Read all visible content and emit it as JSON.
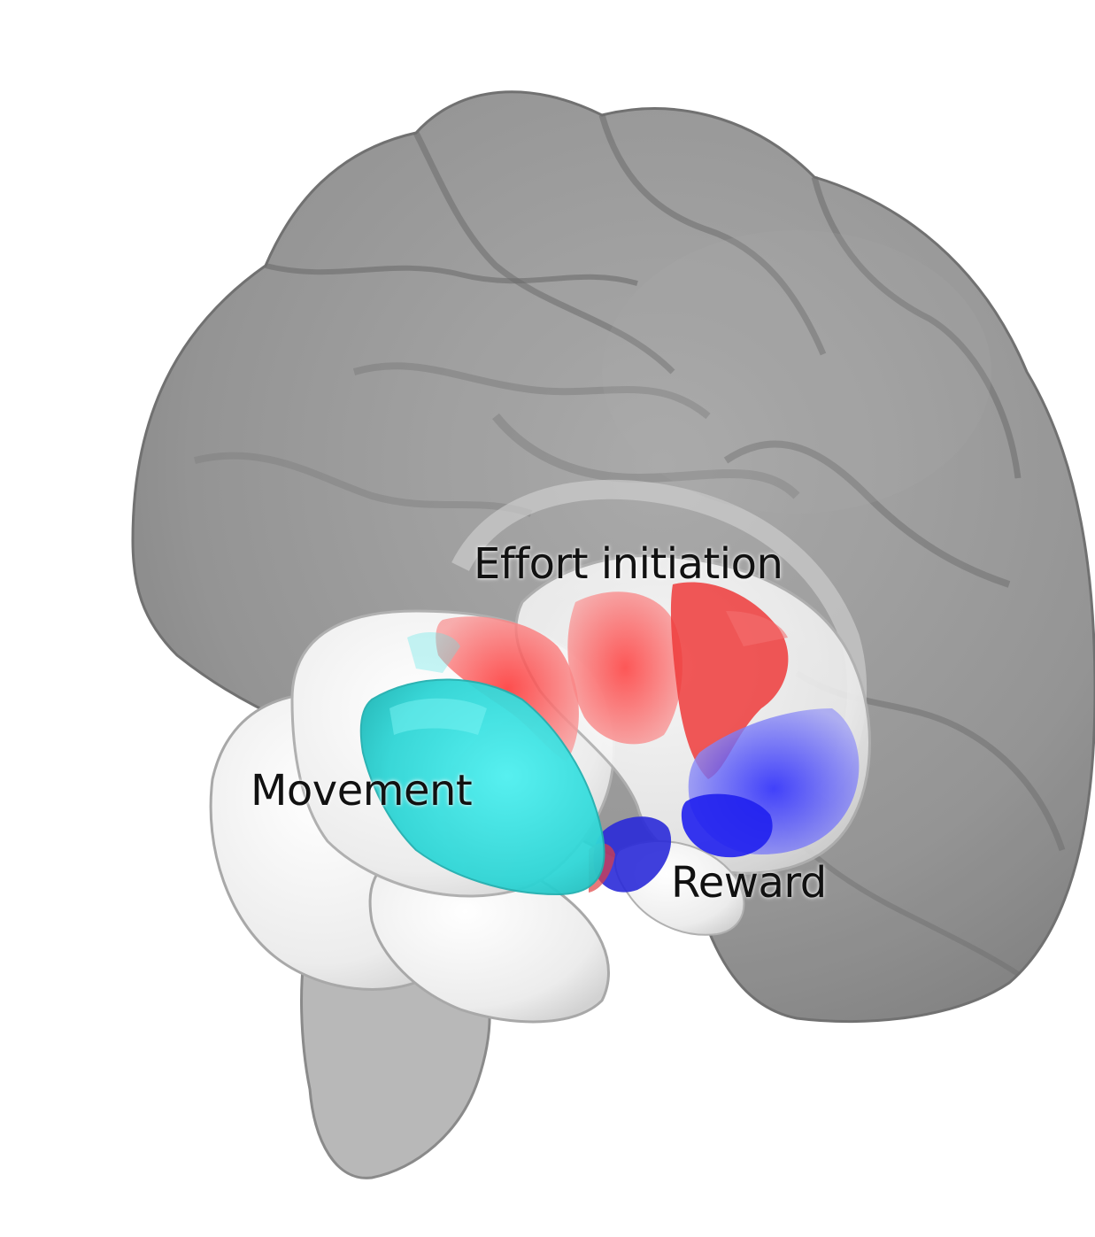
{
  "labels": {
    "effort_initiation": "Effort initiation",
    "movement": "Movement",
    "reward": "Reward"
  },
  "colors": {
    "cortex": "#8e8e8e",
    "cortex_dark": "#6f6f6f",
    "subcortical": "#f2f2f2",
    "effort_initiation": "#ee4a4a",
    "movement": "#32dcdc",
    "reward": "#2828ee"
  }
}
